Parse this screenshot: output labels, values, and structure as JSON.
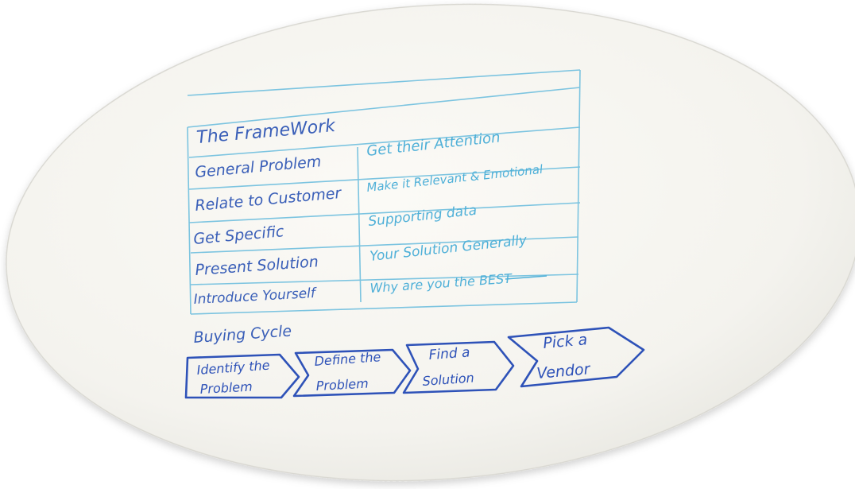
{
  "framework": {
    "title": "The FrameWork",
    "rows": [
      {
        "left": "General Problem",
        "right": "Get their Attention"
      },
      {
        "left": "Relate to Customer",
        "right": "Make it Relevant & Emotional"
      },
      {
        "left": "Get Specific",
        "right": "Supporting data"
      },
      {
        "left": "Present Solution",
        "right": "Your Solution Generally"
      },
      {
        "left": "Introduce Yourself",
        "right": "Why are you the BEST"
      }
    ]
  },
  "buying_cycle": {
    "title": "Buying Cycle",
    "steps": [
      {
        "line1": "Identify the",
        "line2": "Problem"
      },
      {
        "line1": "Define the",
        "line2": "Problem"
      },
      {
        "line1": "Find a",
        "line2": "Solution"
      },
      {
        "line1": "Pick a",
        "line2": "Vendor"
      }
    ]
  },
  "colors": {
    "board": "#f7f6f2",
    "grid": "#7cc4e0",
    "marker_light_blue": "#4fb0d8",
    "marker_dark_blue": "#3a5fb8",
    "marker_cycle_blue": "#2e52b8"
  }
}
